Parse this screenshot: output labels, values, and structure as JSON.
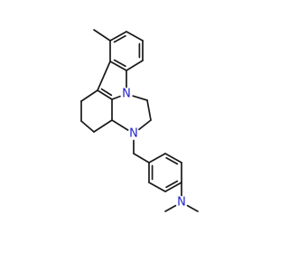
{
  "structure": {
    "atoms": {
      "n_indole": {
        "label": "N",
        "color": "#2222cc"
      },
      "n_amine": {
        "label": "N",
        "color": "#2222cc"
      },
      "n_dimethyl": {
        "label": "N",
        "color": "#2222cc"
      }
    }
  }
}
